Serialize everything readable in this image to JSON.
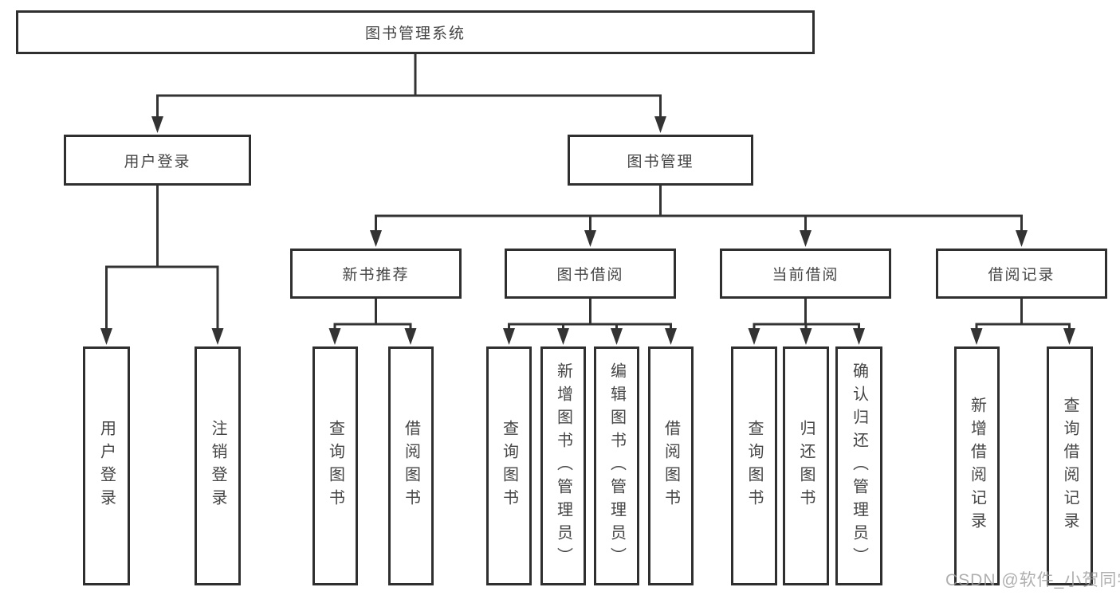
{
  "diagram": {
    "title": "图书管理系统",
    "colors": {
      "line": "#333333",
      "box_border": "#2f2f2f",
      "text": "#454545",
      "background": "#ffffff",
      "watermark": "#9e9e9e"
    },
    "root": {
      "label": "图书管理系统"
    },
    "level2": [
      {
        "label": "用户登录"
      },
      {
        "label": "图书管理"
      }
    ],
    "level3": [
      {
        "label": "新书推荐"
      },
      {
        "label": "图书借阅"
      },
      {
        "label": "当前借阅"
      },
      {
        "label": "借阅记录"
      }
    ],
    "leaves": {
      "user_login": [
        "用户登录",
        "注销登录"
      ],
      "new_book_recommend": [
        "查询图书",
        "借阅图书"
      ],
      "book_borrow": [
        "查询图书",
        "新增图书（管理员）",
        "编辑图书（管理员）",
        "借阅图书"
      ],
      "current_borrow": [
        "查询图书",
        "归还图书",
        "确认归还（管理员）"
      ],
      "borrow_records": [
        "新增借阅记录",
        "查询借阅记录"
      ]
    },
    "watermark": "CSDN @软件_小贺同学"
  }
}
